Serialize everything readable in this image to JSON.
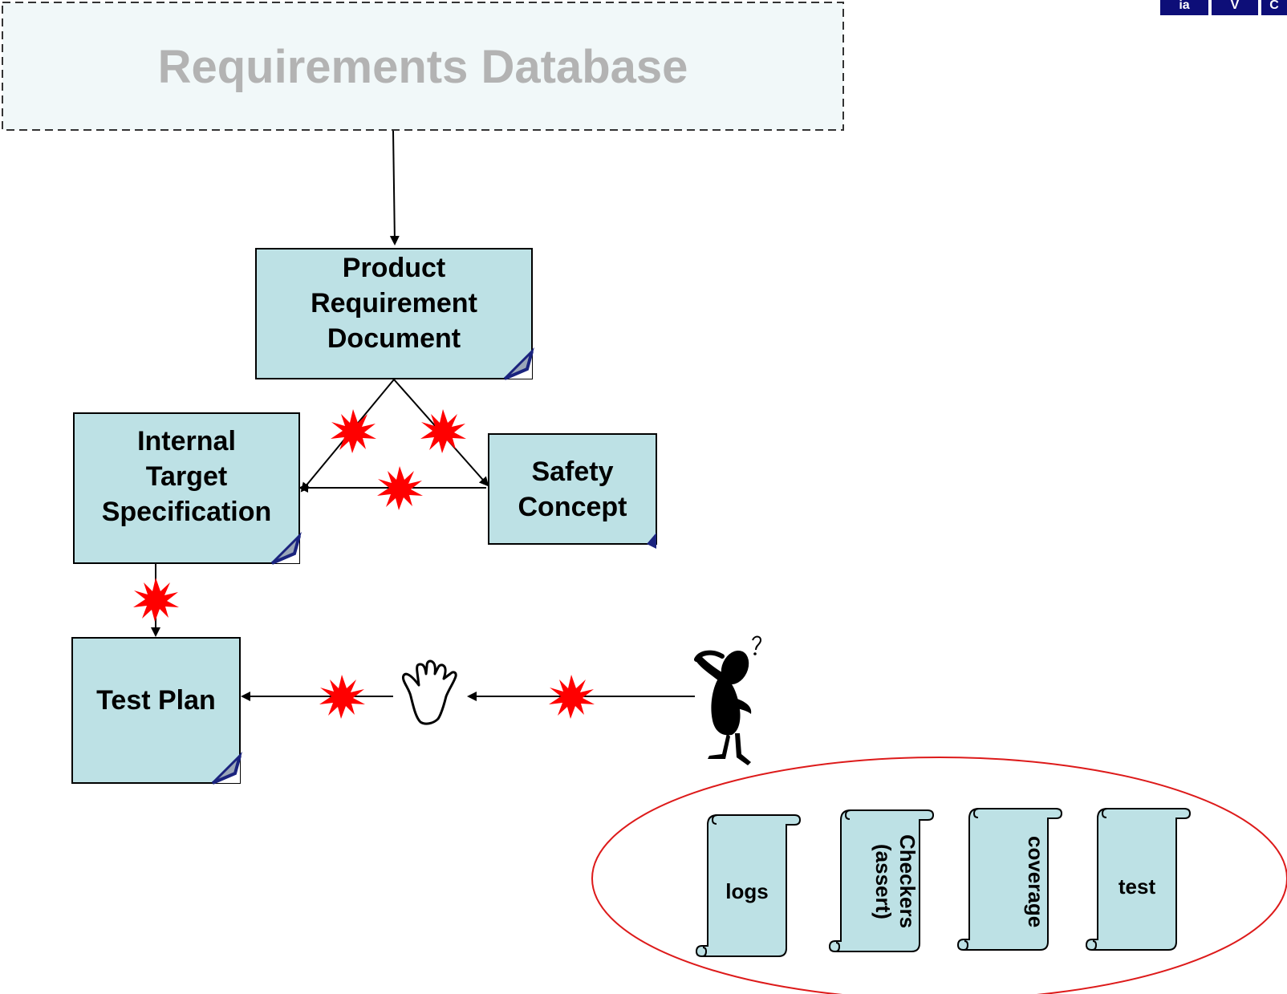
{
  "diagram": {
    "database_title": "Requirements Database",
    "documents": {
      "prd": "Product\nRequirement\nDocument",
      "its": "Internal\nTarget\nSpecification",
      "safety": "Safety\nConcept",
      "testplan": "Test Plan"
    },
    "artifacts": {
      "logs": "logs",
      "checkers": "Checkers\n(assert)",
      "coverage": "coverage",
      "test": "test"
    },
    "logo": [
      "ia",
      "V",
      "C"
    ]
  },
  "colors": {
    "doc_fill": "#bde1e5",
    "doc_fold": "#1a237e",
    "db_fill": "#f1f8f9",
    "db_text": "#b3b3b3",
    "burst": "#ff0000",
    "ellipse": "#dd1a1a",
    "logo": "#0d0e78"
  },
  "icons": [
    "red-burst-icon",
    "stop-hand-icon",
    "confused-person-icon",
    "scroll-icon",
    "document-fold-icon",
    "question-mark-icon"
  ]
}
